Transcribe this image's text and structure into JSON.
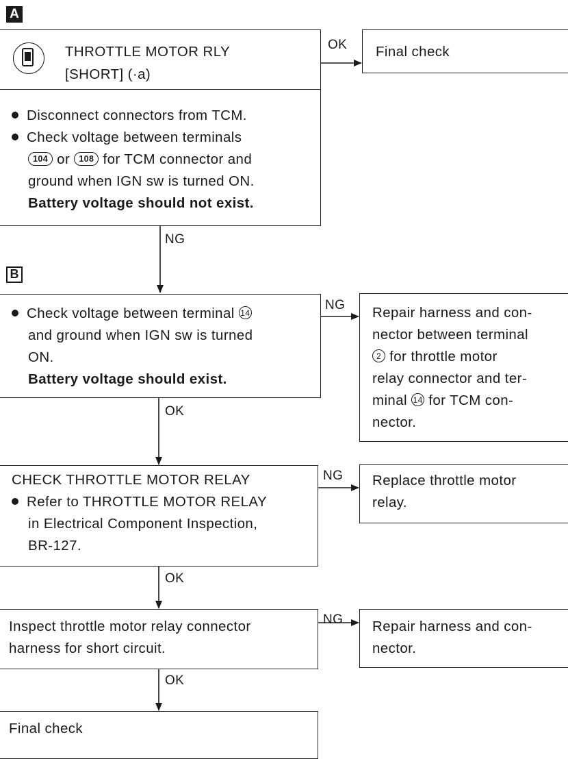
{
  "sections": {
    "a": "A",
    "b": "B"
  },
  "box1": {
    "title": "THROTTLE MOTOR RLY",
    "subtitle": "[SHORT] (·a)",
    "icon": "consult-tester-icon",
    "bullet1": "Disconnect connectors from TCM.",
    "bullet2_line1": "Check voltage between terminals",
    "terminal_a": "104",
    "word_or": "or",
    "terminal_b": "108",
    "bullet2_line2_tail": "for TCM connector and",
    "bullet2_line3": "ground when IGN sw is turned ON.",
    "result": "Battery voltage should not exist."
  },
  "final_check_top": "Final check",
  "box2": {
    "line1": "Check voltage between terminal",
    "terminal": "14",
    "line2": "and ground when IGN sw is turned",
    "line3": "ON.",
    "result": "Battery voltage should exist."
  },
  "repair1": {
    "line1": "Repair harness and con-",
    "line2": "nector between terminal",
    "terminal_a": "2",
    "line3_tail": "for throttle motor",
    "line4": "relay connector and ter-",
    "line5_head": "minal",
    "terminal_b": "14",
    "line5_tail": "for TCM con-",
    "line6": "nector."
  },
  "box3": {
    "title": "CHECK THROTTLE MOTOR RELAY",
    "line1": "Refer to THROTTLE MOTOR RELAY",
    "line2": "in Electrical Component Inspection,",
    "line3": "BR-127."
  },
  "replace": {
    "line1": "Replace throttle motor",
    "line2": "relay."
  },
  "box4": {
    "line1": "Inspect throttle motor relay connector",
    "line2": "harness for short circuit."
  },
  "repair2": {
    "line1": "Repair harness and con-",
    "line2": "nector."
  },
  "final_check_bottom": "Final check",
  "labels": {
    "ok1": "OK",
    "ng1": "NG",
    "ng2": "NG",
    "ok2": "OK",
    "ng3": "NG",
    "ok3": "OK",
    "ng4": "NG",
    "ok4": "OK"
  }
}
